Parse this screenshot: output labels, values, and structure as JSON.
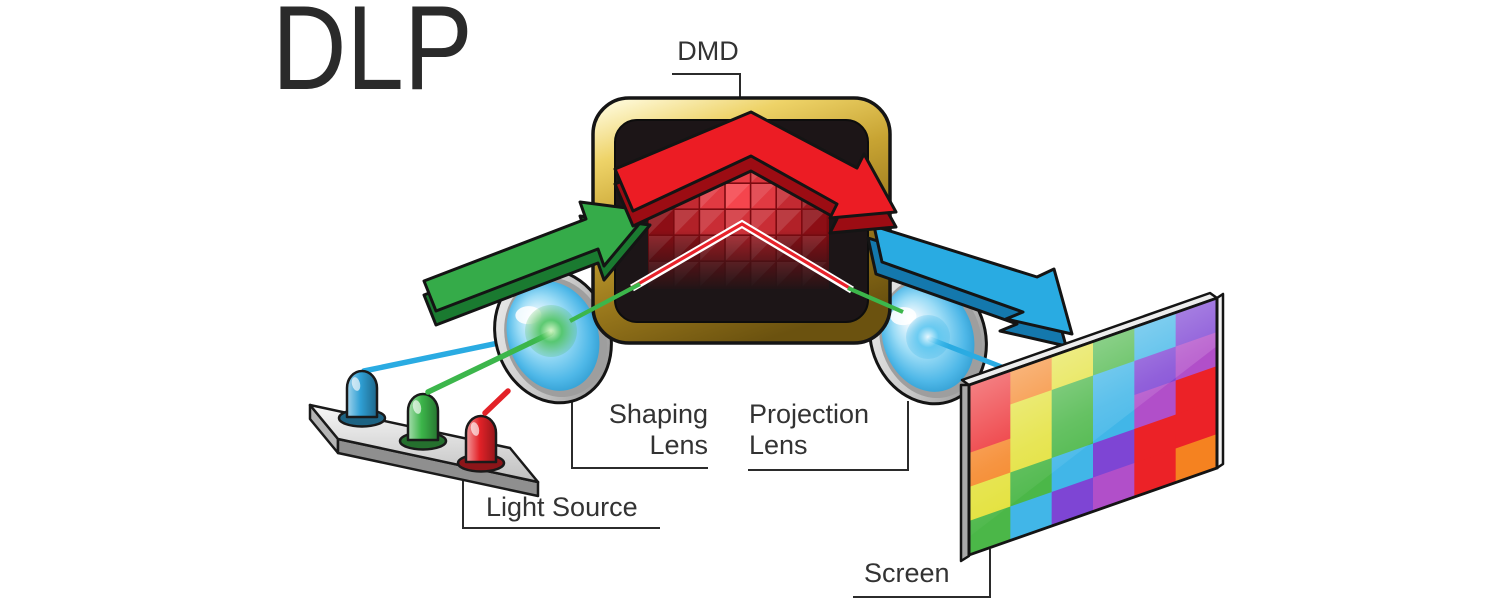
{
  "title": "DLP",
  "labels": {
    "dmd": "DMD",
    "shaping_lens": "Shaping\nLens",
    "projection_lens": "Projection\nLens",
    "light_source": "Light Source",
    "screen": "Screen"
  },
  "colors": {
    "background": "#ffffff",
    "text": "#333333",
    "leader_line": "#2b2b2b",
    "arrow_green": "#35ab49",
    "arrow_green_dark": "#1a7a30",
    "arrow_red": "#ec1c24",
    "arrow_red_dark": "#9c0c13",
    "arrow_blue": "#29abe2",
    "arrow_blue_dark": "#1478ad",
    "beam_red": "#e8232b",
    "beam_green": "#3cb64b",
    "beam_blue": "#2aabe2",
    "beam_casing": "#ffffff",
    "led_blue": "#2f9fd4",
    "led_green": "#3cb54a",
    "led_red": "#e32228",
    "lens_glass_blue": "#4fb8e8",
    "lens_rim": "#c9c9c9",
    "gold_frame": "#c8a433",
    "dmd_interior": "#1c1517",
    "mirror_bright": "#ff4a52",
    "mirror_dark": "#8c0d14",
    "base_gray": "#d9d9d9"
  },
  "screen": {
    "grid": [
      [
        "#ec2227",
        "#f58220",
        "#e3e139",
        "#4bb748",
        "#41b6e8",
        "#7e45d4"
      ],
      [
        "#ec2227",
        "#e3e139",
        "#4bb748",
        "#41b6e8",
        "#7e45d4",
        "#b14fc9"
      ],
      [
        "#f58220",
        "#e3e139",
        "#4bb748",
        "#41b6e8",
        "#b14fc9",
        "#ec2227"
      ],
      [
        "#e3e139",
        "#4bb748",
        "#41b6e8",
        "#7e45d4",
        "#ec2227",
        "#ec2227"
      ],
      [
        "#4bb748",
        "#41b6e8",
        "#7e45d4",
        "#b14fc9",
        "#ec2227",
        "#f58220"
      ]
    ]
  }
}
